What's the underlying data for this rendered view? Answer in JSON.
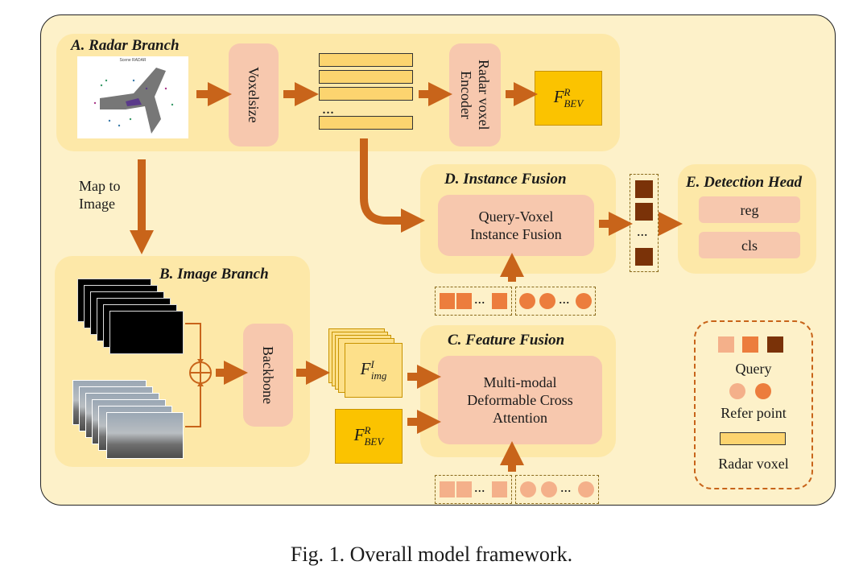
{
  "panels": {
    "radar": {
      "title": "A. Radar Branch"
    },
    "image": {
      "title": "B. Image Branch"
    },
    "feature": {
      "title": "C. Feature Fusion"
    },
    "instance": {
      "title": "D. Instance Fusion"
    },
    "detection": {
      "title": "E. Detection Head"
    }
  },
  "radar_plot_title": "Scene RADAR",
  "boxes": {
    "voxelsize": "Voxelsize",
    "radar_encoder": "Radar voxel Encoder",
    "backbone": "Backbone",
    "query_voxel": "Query-Voxel Instance Fusion",
    "deformable": "Multi-modal Deformable Cross Attention",
    "reg": "reg",
    "cls": "cls"
  },
  "features": {
    "bev_base": "F",
    "bev_sup": "R",
    "bev_sub": "BEV",
    "img_base": "F",
    "img_sup": "I",
    "img_sub": "img"
  },
  "map_to_image": "Map to Image",
  "ellipsis": "...",
  "legend": {
    "query": "Query",
    "refer_point": "Refer point",
    "radar_voxel": "Radar voxel"
  },
  "colors": {
    "arrow": "#c8641a",
    "query_light": "#f4b08a",
    "query_mid": "#ec7d3d",
    "query_dark": "#7a3208",
    "panel": "#fde8a8",
    "background": "#fdf1c9"
  },
  "caption": "Fig. 1.  Overall model framework."
}
